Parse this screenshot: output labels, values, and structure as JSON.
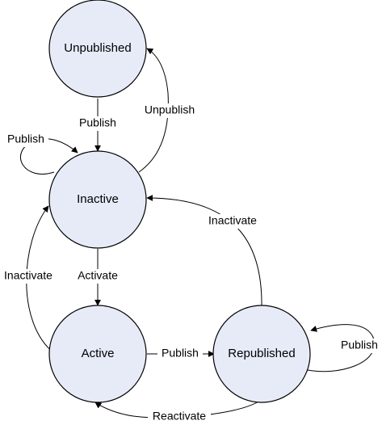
{
  "diagram": {
    "states": {
      "unpublished": "Unpublished",
      "inactive": "Inactive",
      "active": "Active",
      "republished": "Republished"
    },
    "transitions": {
      "publish_from_unpublished": "Publish",
      "unpublish": "Unpublish",
      "publish_self_inactive": "Publish",
      "activate": "Activate",
      "inactivate_from_active": "Inactivate",
      "inactivate_from_republished": "Inactivate",
      "publish_active_to_republished": "Publish",
      "reactivate": "Reactivate",
      "publish_self_republished": "Publish"
    },
    "colors": {
      "state_fill": "#e6ebf7",
      "stroke": "#000000"
    }
  }
}
